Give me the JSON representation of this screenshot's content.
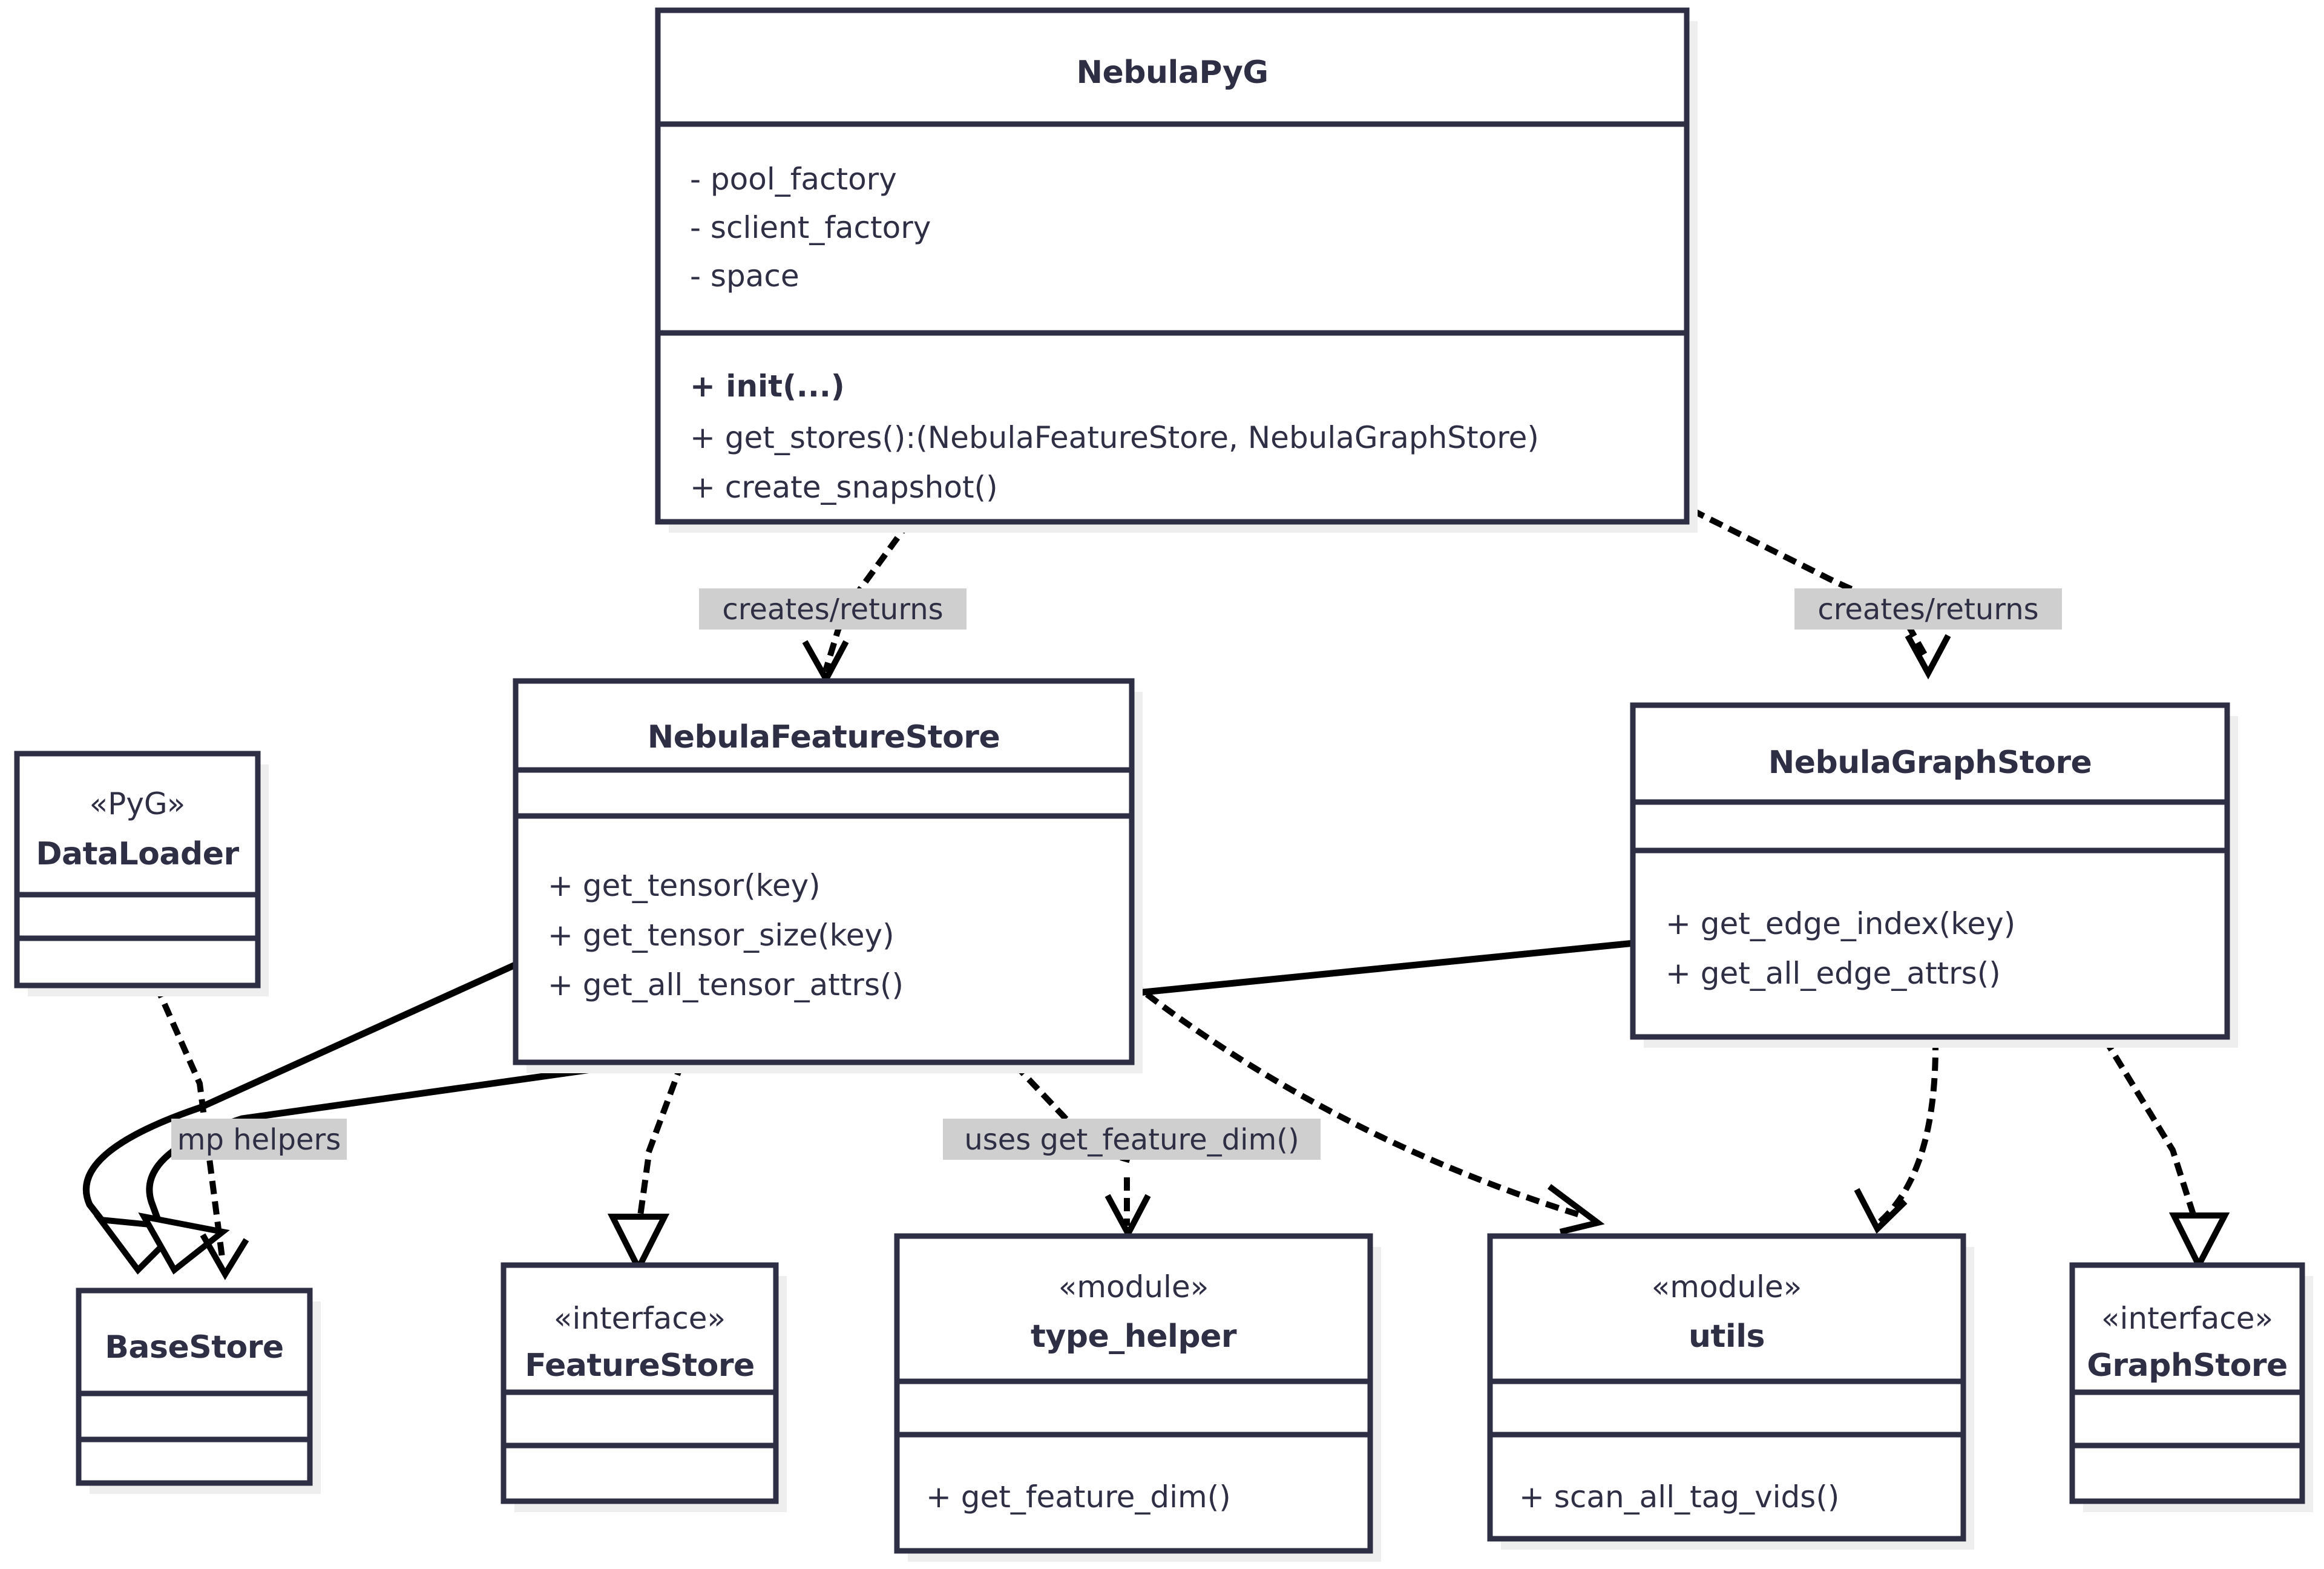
{
  "diagram": {
    "title": "NebulaPyG UML class diagram",
    "type": "uml-class-diagram",
    "colors": {
      "background": "#ffffff",
      "box_fill": "#ffffff",
      "box_stroke": "#2e2e44",
      "text": "#2e2e44",
      "edge": "#000000",
      "label_highlight": "#cfcfcf",
      "shadow": "#eeeeee"
    }
  },
  "classes": {
    "nebula_pyg": {
      "name": "NebulaPyG",
      "stereotype": "",
      "attributes": [
        "- pool_factory",
        "- sclient_factory",
        "- space"
      ],
      "methods": [
        "+ init(...)",
        "+ get_stores():(NebulaFeatureStore, NebulaGraphStore)",
        "+ create_snapshot()"
      ],
      "method_bold_prefix": "+ init",
      "method_bold_suffix": "(...)"
    },
    "nebula_feature_store": {
      "name": "NebulaFeatureStore",
      "stereotype": "",
      "attributes": [],
      "methods": [
        "+ get_tensor(key)",
        "+ get_tensor_size(key)",
        "+ get_all_tensor_attrs()"
      ]
    },
    "nebula_graph_store": {
      "name": "NebulaGraphStore",
      "stereotype": "",
      "attributes": [],
      "methods": [
        "+ get_edge_index(key)",
        "+ get_all_edge_attrs()"
      ]
    },
    "data_loader": {
      "name": "DataLoader",
      "stereotype": "«PyG»",
      "attributes": [],
      "methods": []
    },
    "base_store": {
      "name": "BaseStore",
      "stereotype": "",
      "attributes": [],
      "methods": []
    },
    "feature_store_interface": {
      "name": "FeatureStore",
      "stereotype": "«interface»",
      "attributes": [],
      "methods": []
    },
    "graph_store_interface": {
      "name": "GraphStore",
      "stereotype": "«interface»",
      "attributes": [],
      "methods": []
    },
    "type_helper": {
      "name": "type_helper",
      "stereotype": "«module»",
      "attributes": [],
      "methods": [
        "+ get_feature_dim()"
      ]
    },
    "utils": {
      "name": "utils",
      "stereotype": "«module»",
      "attributes": [],
      "methods": [
        "+ scan_all_tag_vids()"
      ]
    }
  },
  "edge_labels": {
    "creates_returns_feature": "creates/returns",
    "creates_returns_graph": "creates/returns",
    "mp_helpers": "mp helpers",
    "uses_get_feature_dim": "uses get_feature_dim()"
  },
  "relationships": [
    {
      "from": "NebulaPyG",
      "to": "NebulaFeatureStore",
      "label": "creates/returns",
      "style": "dependency"
    },
    {
      "from": "NebulaPyG",
      "to": "NebulaGraphStore",
      "label": "creates/returns",
      "style": "dependency"
    },
    {
      "from": "NebulaFeatureStore",
      "to": "BaseStore",
      "label": "mp helpers",
      "style": "inheritance"
    },
    {
      "from": "NebulaGraphStore",
      "to": "BaseStore",
      "label": "",
      "style": "inheritance"
    },
    {
      "from": "DataLoader",
      "to": "BaseStore",
      "label": "",
      "style": "dependency"
    },
    {
      "from": "NebulaFeatureStore",
      "to": "FeatureStore",
      "label": "",
      "style": "realization"
    },
    {
      "from": "NebulaFeatureStore",
      "to": "type_helper",
      "label": "uses get_feature_dim()",
      "style": "dependency"
    },
    {
      "from": "NebulaFeatureStore",
      "to": "utils",
      "label": "",
      "style": "dependency"
    },
    {
      "from": "NebulaGraphStore",
      "to": "utils",
      "label": "",
      "style": "dependency"
    },
    {
      "from": "NebulaGraphStore",
      "to": "GraphStore",
      "label": "",
      "style": "realization"
    }
  ]
}
